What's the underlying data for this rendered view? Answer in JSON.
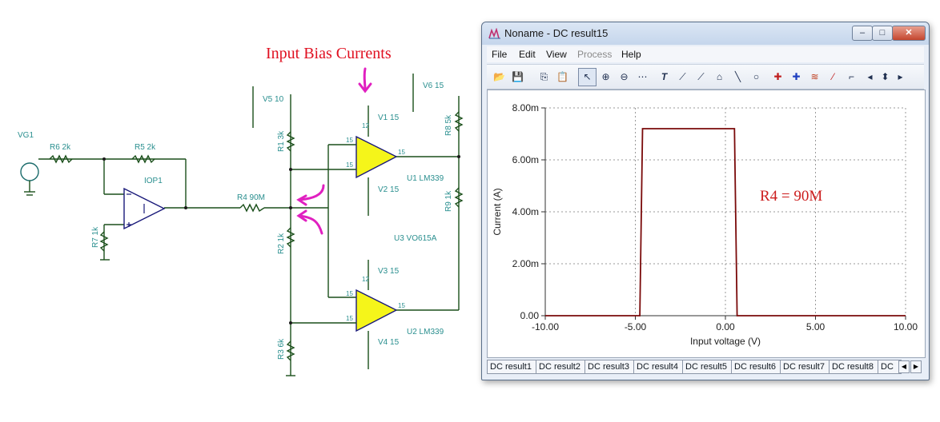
{
  "schematic": {
    "annotation_title": "Input Bias Currents",
    "labels": {
      "vg1": "VG1",
      "r6": "R6 2k",
      "r5": "R5 2k",
      "iop1": "IOP1",
      "r7": "R7 1k",
      "r4": "R4 90M",
      "v5": "V5 10",
      "r1": "R1 3k",
      "r2": "R2 1k",
      "r3": "R3 6k",
      "v1": "V1 15",
      "v2": "V2 15",
      "v3": "V3 15",
      "v4": "V4 15",
      "v6": "V6 15",
      "r8": "R8 5k",
      "r9": "R9 1k",
      "u1": "U1 LM339",
      "u2": "U2 LM339",
      "u3": "U3 VO615A",
      "pin15a": "15",
      "pin15b": "15",
      "pin15c": "15",
      "pin15d": "15",
      "pin15e": "15",
      "pin15f": "15",
      "pin12a": "12",
      "pin12b": "12"
    }
  },
  "window": {
    "title": "Noname - DC result15",
    "menu": [
      "File",
      "Edit",
      "View",
      "Process",
      "Help"
    ],
    "menu_disabled": [
      "Process"
    ],
    "minimize": "–",
    "maximize": "□",
    "close": "✕"
  },
  "toolbar": {
    "icons": [
      "open-folder-icon",
      "save-icon",
      "copy-icon",
      "paste-icon",
      "pointer-icon",
      "zoom-in-icon",
      "zoom-100-icon",
      "grid-icon",
      "text-icon",
      "cursor-a-icon",
      "cursor-b-icon",
      "annotate-icon",
      "line-icon",
      "circle-icon",
      "marker-a-icon",
      "marker-b-icon",
      "wave-icon",
      "probe-icon",
      "step-icon",
      "scroll-left-icon",
      "scroll-updown-icon",
      "scroll-right-icon"
    ]
  },
  "plot": {
    "annotation": "R4 = 90M",
    "colors": {
      "trace": "#7a0a0a",
      "axis": "#303030",
      "grid": "#9a9a9a"
    }
  },
  "chart_data": {
    "type": "line",
    "xlabel": "Input voltage (V)",
    "ylabel": "Current (A)",
    "xlim": [
      -10,
      10
    ],
    "ylim": [
      0,
      0.008
    ],
    "xticks": [
      "-10.00",
      "-5.00",
      "0.00",
      "5.00",
      "10.00"
    ],
    "yticks": [
      "0.00",
      "2.00m",
      "4.00m",
      "6.00m",
      "8.00m"
    ],
    "grid": true,
    "series": [
      {
        "x": [
          -10,
          -4.75,
          -4.6,
          0.5,
          0.65,
          10
        ],
        "y": [
          0,
          0,
          0.0072,
          0.0072,
          0,
          0
        ]
      }
    ]
  },
  "tabs": [
    "DC result1",
    "DC result2",
    "DC result3",
    "DC result4",
    "DC result5",
    "DC result6",
    "DC result7",
    "DC result8",
    "DC"
  ]
}
